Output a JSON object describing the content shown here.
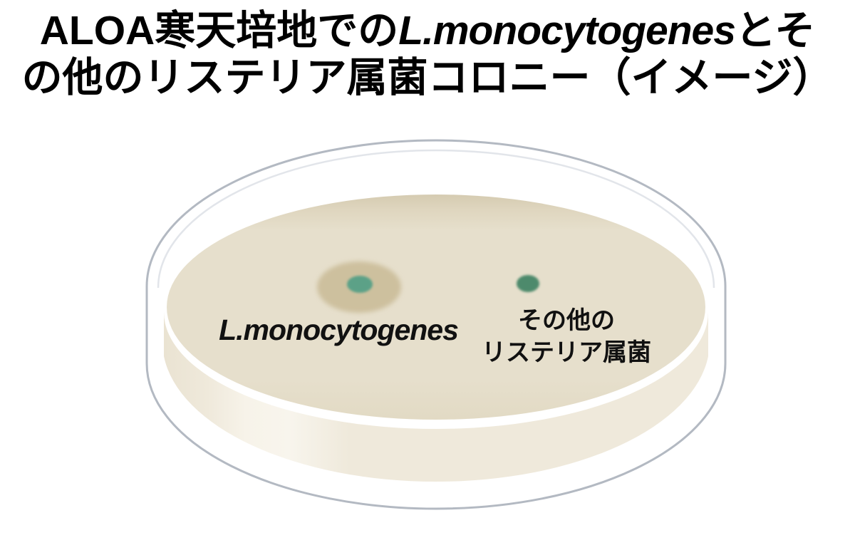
{
  "title": {
    "line1_part1": "ALOA寒天培地での",
    "line1_part2": "L.monocytogenes",
    "line1_part3": "とそ",
    "line2": "の他のリステリア属菌コロニー（イメージ）"
  },
  "dish": {
    "lmono_label": "L.monocytogenes",
    "other_label_line1": "その他の",
    "other_label_line2": "リステリア属菌",
    "colors": {
      "background": "#FFFFFF",
      "dish_fill": "#FFFFFF",
      "dish_outline": "#B3B9C2",
      "inner_rim_line": "#E2E5EA",
      "agar_surface": "#E6DFCC",
      "agar_top_edge": "#D6CCB2",
      "agar_side_wall": "#EFE9DB",
      "agar_front_line": "#C9CFD6",
      "lmono_halo": "#CDC09E",
      "lmono_colony_center": "#5CA187",
      "other_colony": "#4E8A6C",
      "text": "#000000"
    }
  }
}
